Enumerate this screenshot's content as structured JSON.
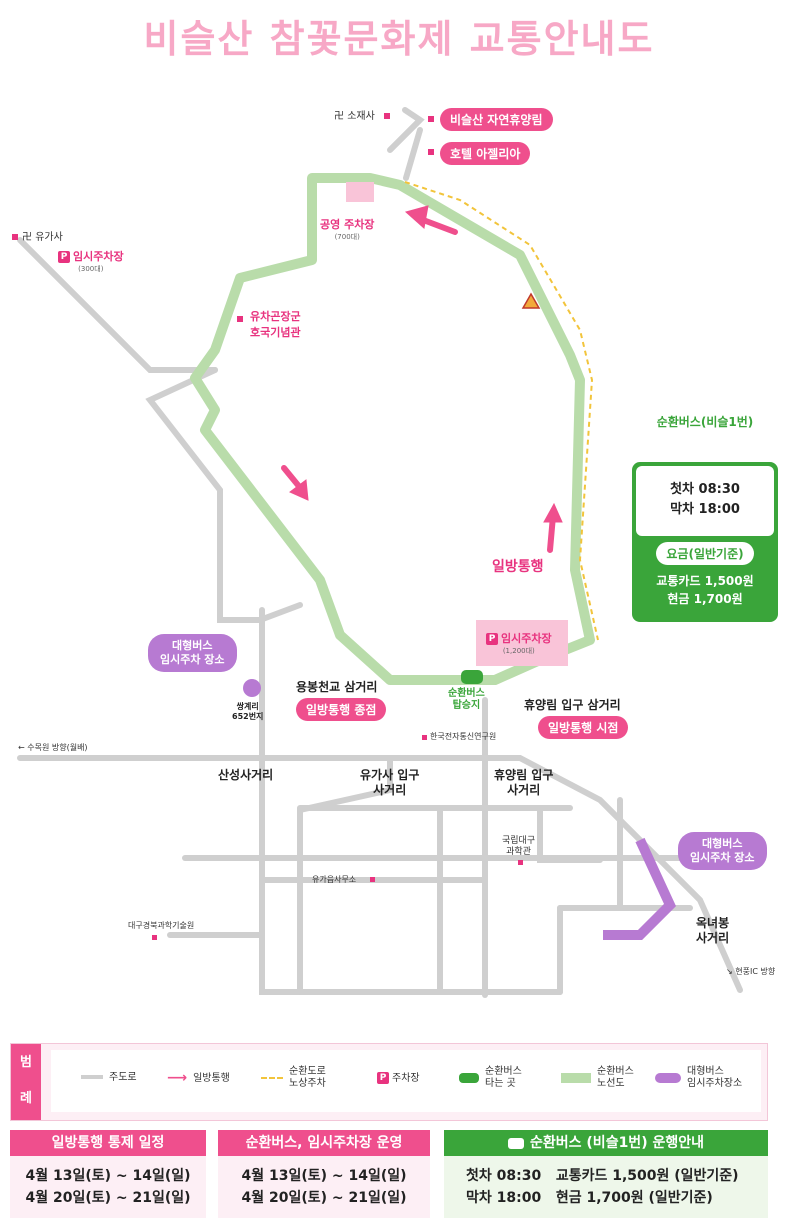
{
  "title": "비슬산 참꽃문화제 교통안내도",
  "places": {
    "sojaesa": "소재사",
    "yugasa": "유가사",
    "forest": "비슬산 자연휴양림",
    "hotel": "호텔 아젤리아",
    "parking_main": "공영 주차장",
    "parking_main_cap": "(700대)",
    "parking_temp1": "임시주차장",
    "parking_temp1_cap": "(300대)",
    "memorial_1": "유차곤장군",
    "memorial_2": "호국기념관",
    "parking_temp2": "임시주차장",
    "parking_temp2_cap": "(1,200대)",
    "oneway": "일방통행",
    "bus_stop_1": "순환버스",
    "bus_stop_2": "탑승지",
    "ssanggye_1": "쌍계리",
    "ssanggye_2": "652번지",
    "yongbong": "용봉천교 삼거리",
    "yongbong_pill": "일방통행 종점",
    "hyuyang": "휴양림 입구 삼거리",
    "hyuyang_pill": "일방통행 시점",
    "etri": "한국전자통신연구원",
    "to_suwon": "← 수목원 방향(월배)",
    "sanseong": "산성사거리",
    "yugasa_ent_1": "유가사 입구",
    "yugasa_ent_2": "사거리",
    "hyuyang_ent_1": "휴양림 입구",
    "hyuyang_ent_2": "사거리",
    "museum_1": "국립대구",
    "museum_2": "과학관",
    "yuga_office": "유가읍사무소",
    "dgist": "대구경북과학기술원",
    "oknyeobong_1": "옥녀봉",
    "oknyeobong_2": "사거리",
    "to_hyeonpung": "↘ 현풍IC 방향",
    "bigbus_left_1": "대형버스",
    "bigbus_left_2": "임시주차 장소",
    "bigbus_right_1": "대형버스",
    "bigbus_right_2": "임시주차 장소"
  },
  "bus_panel": {
    "heading": "순환버스(비슬1번)",
    "first": "첫차  08:30",
    "last": "막차  18:00",
    "fare_title": "요금(일반기준)",
    "fare_card": "교통카드 1,500원",
    "fare_cash": "현금 1,700원"
  },
  "legend": {
    "head_1": "범",
    "head_2": "례",
    "main_road": "주도로",
    "oneway": "일방통행",
    "bus_road_1": "순환도로",
    "bus_road_2": "노상주차",
    "parking": "주차장",
    "bus_stop_1": "순환버스",
    "bus_stop_2": "타는 곳",
    "bus_route_1": "순환버스",
    "bus_route_2": "노선도",
    "bigbus_1": "대형버스",
    "bigbus_2": "임시주차장소",
    "p_letter": "P"
  },
  "schedule": {
    "oneway_title": "일방통행 통제 일정",
    "oneway_1": "4월 13일(토) ~ 14일(일)",
    "oneway_2": "4월 20일(토) ~ 21일(일)",
    "parking_title": "순환버스, 임시주차장 운영",
    "parking_1": "4월 13일(토) ~ 14일(일)",
    "parking_2": "4월 20일(토) ~ 21일(일)",
    "bus_title": "순환버스 (비슬1번) 운행안내",
    "bus_first": "첫차 08:30",
    "bus_card": "교통카드 1,500원 (일반기준)",
    "bus_last": "막차 18:00",
    "bus_cash": "현금 1,700원 (일반기준)"
  },
  "colors": {
    "pink": "#ef4f8d",
    "route_green": "#b9dcaa",
    "bus_green": "#3aa53a",
    "purple": "#b77ad2",
    "road_gray": "#cfcfcf"
  }
}
